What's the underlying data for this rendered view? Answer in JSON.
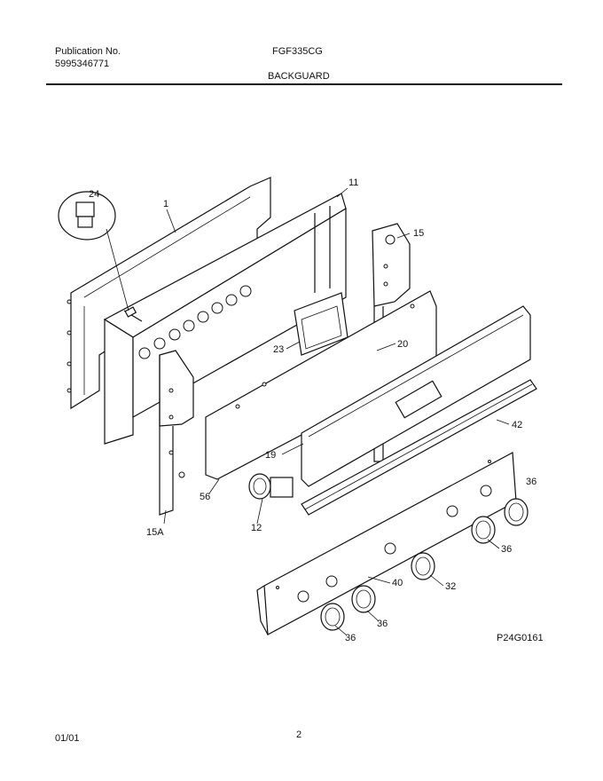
{
  "header": {
    "publication_label": "Publication No.",
    "publication_number": "5995346771",
    "model": "FGF335CG",
    "section": "BACKGUARD"
  },
  "diagram": {
    "code": "P24G0161",
    "callouts": {
      "c24": "24",
      "c1": "1",
      "c11": "11",
      "c15": "15",
      "c23": "23",
      "c20": "20",
      "c42": "42",
      "c19": "19",
      "c36a": "36",
      "c56": "56",
      "c12": "12",
      "c15a": "15A",
      "c36b": "36",
      "c40": "40",
      "c32": "32",
      "c36c": "36",
      "c36d": "36"
    }
  },
  "footer": {
    "date": "01/01",
    "page": "2"
  }
}
